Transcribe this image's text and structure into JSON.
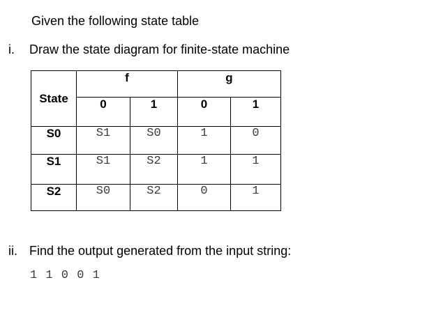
{
  "document": {
    "intro": "Given the following state table",
    "questions": [
      {
        "number": "i.",
        "text": "Draw the state diagram for finite-state machine"
      },
      {
        "number": "ii.",
        "text": "Find the output generated from the input string:"
      }
    ],
    "input_string": "1 1 0 0 1"
  },
  "state_table": {
    "corner_header": "State",
    "group_headers": [
      "f",
      "g"
    ],
    "sub_headers": [
      "0",
      "1",
      "0",
      "1"
    ],
    "rows": [
      {
        "state": "S0",
        "values": [
          "S1",
          "S0",
          "1",
          "0"
        ]
      },
      {
        "state": "S1",
        "values": [
          "S1",
          "S2",
          "1",
          "1"
        ]
      },
      {
        "state": "S2",
        "values": [
          "S0",
          "S2",
          "0",
          "1"
        ]
      }
    ]
  },
  "colors": {
    "text": "#000000",
    "mono_text": "#3b3b3b",
    "border": "#000000",
    "background": "#ffffff"
  }
}
